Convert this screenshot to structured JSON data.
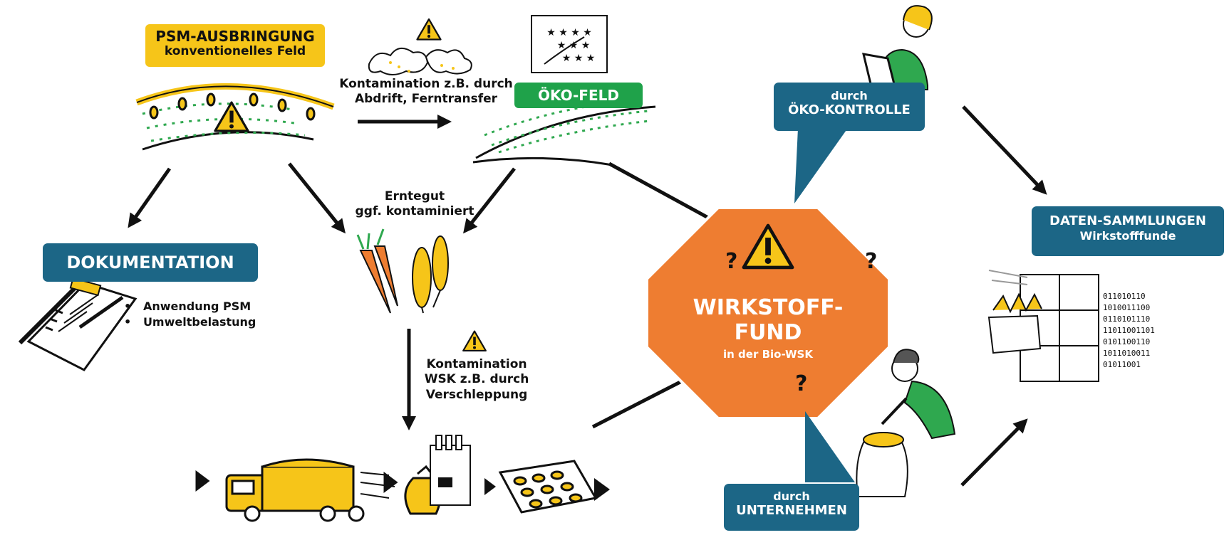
{
  "labels": {
    "psm_title": "PSM-AUSBRINGUNG",
    "psm_subtitle": "konventionelles Feld",
    "contamination_drift_1": "Kontamination z.B. durch",
    "contamination_drift_2": "Abdrift, Ferntransfer",
    "oeko_feld": "ÖKO-FELD",
    "harvest_1": "Erntegut",
    "harvest_2": "ggf. kontaminiert",
    "documentation": "DOKUMENTATION",
    "doc_item_1": "Anwendung PSM",
    "doc_item_2": "Umweltbelastung",
    "wsk_1": "Kontamination",
    "wsk_2": "WSK z.B. durch",
    "wsk_3": "Verschleppung",
    "oeko_kontrolle_1": "durch",
    "oeko_kontrolle_2": "ÖKO-KONTROLLE",
    "fund_1": "WIRKSTOFF-",
    "fund_2": "FUND",
    "fund_3": "in der Bio-WSK",
    "question_mark": "?",
    "unternehmen_1": "durch",
    "unternehmen_2": "UNTERNEHMEN",
    "daten_1": "DATEN-SAMMLUNGEN",
    "daten_2": "Wirkstofffunde"
  },
  "colors": {
    "yellow": "#f6c519",
    "blue": "#1c6686",
    "green": "#1fa24a",
    "orange": "#ee7d31",
    "person_green": "#2fa84f"
  },
  "icons": [
    "warning-icon",
    "eu-organic-logo",
    "sprayer-field",
    "carrot-wheat",
    "clipboard-icon",
    "truck-icon",
    "grain-sack-icon",
    "mill-icon",
    "bread-tray-icon",
    "inspector-person",
    "company-person",
    "data-cabinet-icon"
  ]
}
